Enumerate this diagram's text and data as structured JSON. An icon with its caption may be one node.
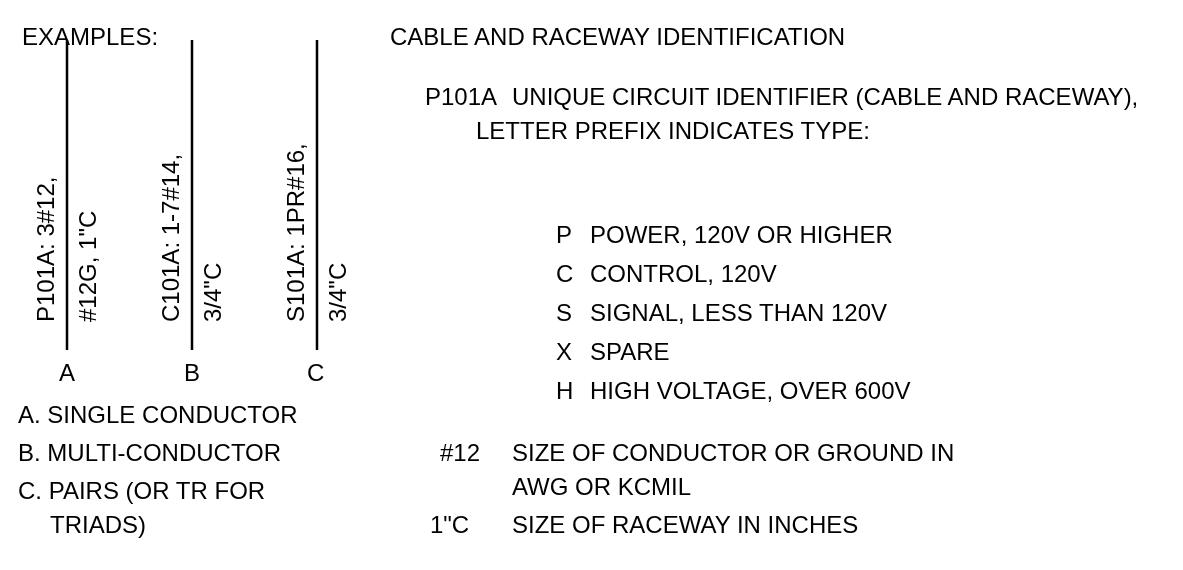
{
  "diagram": {
    "title": "CABLE AND RACEWAY IDENTIFICATION",
    "labels": [
      "EXAMPLES:",
      "P101A: 3#12,",
      "#12G, 1\"C",
      "C101A: 1-7#14,",
      "3/4\"C",
      "S101A: 1PR#16,",
      "3/4\"C",
      "A",
      "B",
      "C",
      "A. SINGLE CONDUCTOR",
      "B. MULTI-CONDUCTOR",
      "C. PAIRS (OR TR FOR TRIADS)",
      "P101A",
      "UNIQUE CIRCUIT IDENTIFIER (CABLE AND RACEWAY), LETTER PREFIX INDICATES TYPE:",
      "P",
      "POWER, 120V OR HIGHER",
      "C",
      "CONTROL, 120V",
      "S",
      "SIGNAL, LESS THAN 120V",
      "X",
      "SPARE",
      "H",
      "HIGH VOLTAGE, OVER 600V",
      "#12",
      "SIZE OF CONDUCTOR OR GROUND IN AWG OR KCMIL",
      "1\"C",
      "SIZE OF RACEWAY IN INCHES"
    ]
  }
}
